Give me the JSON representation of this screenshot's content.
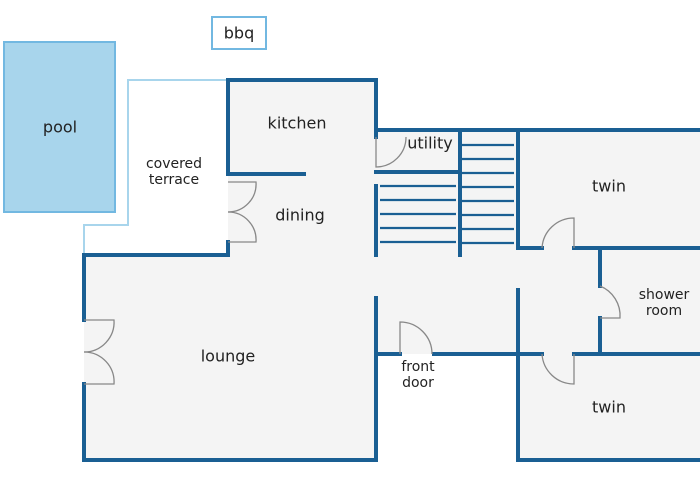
{
  "rooms": {
    "pool": "pool",
    "bbq": "bbq",
    "covered_terrace_line1": "covered",
    "covered_terrace_line2": "terrace",
    "kitchen": "kitchen",
    "utility": "utility",
    "dining": "dining",
    "lounge": "lounge",
    "twin_top": "twin",
    "twin_bottom": "twin",
    "shower_room_line1": "shower",
    "shower_room_line2": "room",
    "front_door_line1": "front",
    "front_door_line2": "door"
  },
  "colors": {
    "wall": "#1a5f93",
    "pool": "#a8d5ec",
    "pool_border": "#72b8e1",
    "floor": "#f4f4f4"
  }
}
